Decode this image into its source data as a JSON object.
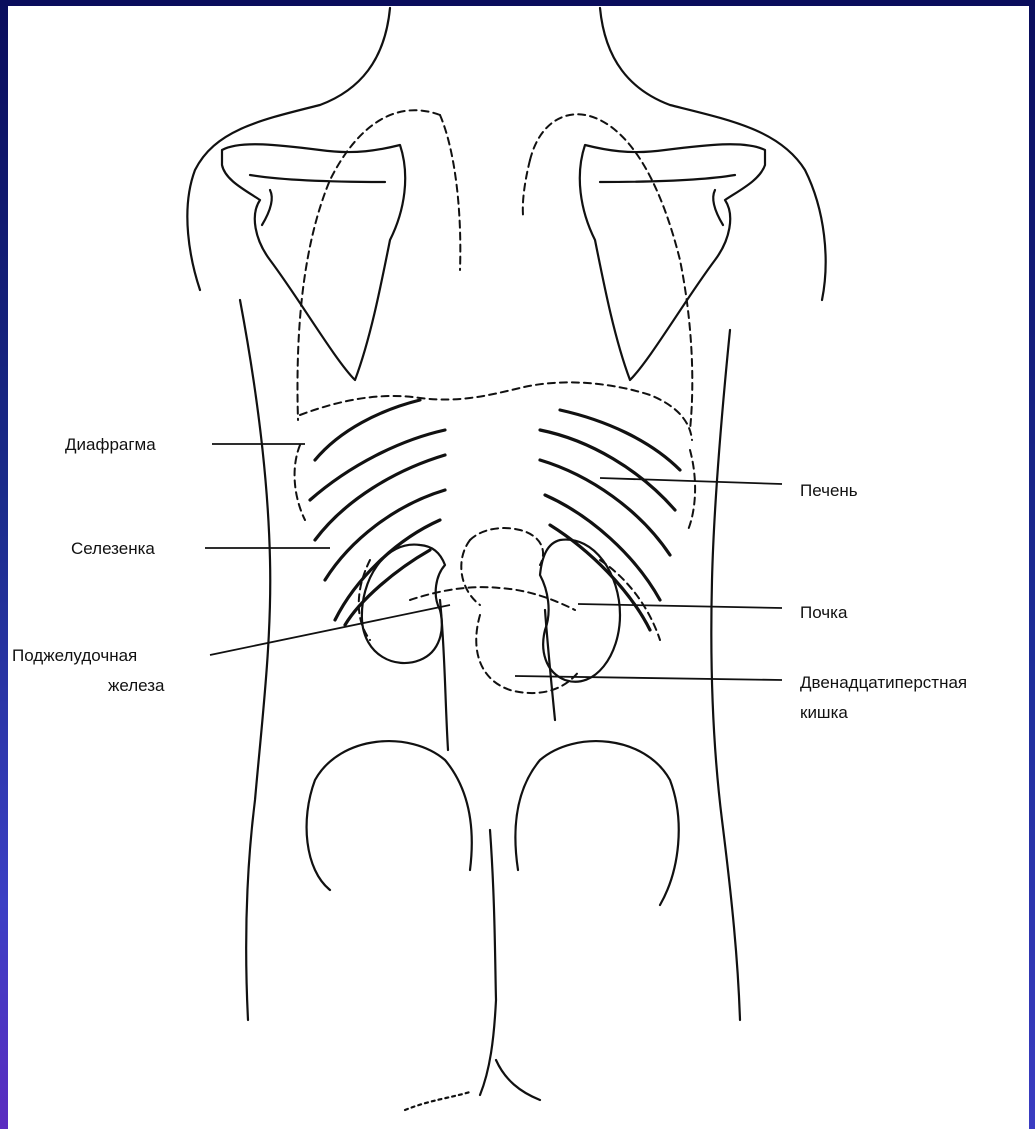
{
  "labels": {
    "diaphragm": "Диафрагма",
    "spleen": "Селезенка",
    "pancreas_line1": "Поджелудочная",
    "pancreas_line2": "железа",
    "liver": "Печень",
    "kidney": "Почка",
    "duodenum_line1": "Двенадцатиперстная",
    "duodenum_line2": "кишка"
  },
  "colors": {
    "frame": "#0a0d5c",
    "line": "#111111",
    "background": "#ffffff"
  }
}
